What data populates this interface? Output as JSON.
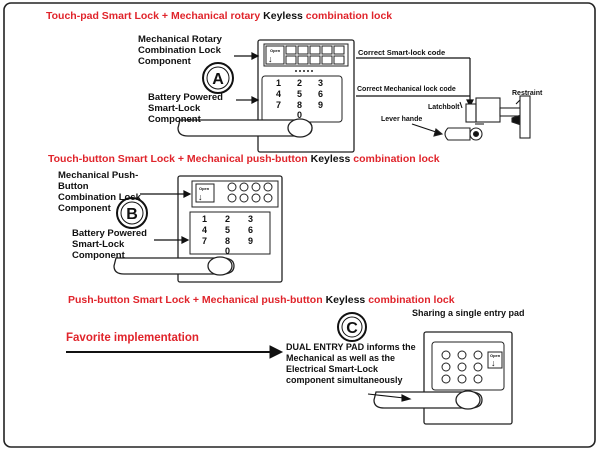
{
  "section_a": {
    "title_red_1": "Touch-pad Smart Lock + Mechanical rotary",
    "title_black": "Keyless",
    "title_red_2": "combination lock",
    "label_mechanical": "Mechanical Rotary Combination Lock Component",
    "badge": "A",
    "label_battery": "Battery Powered Smart-Lock Component",
    "label_correct_smart": "Correct Smart-lock code",
    "label_correct_mech": "Correct Mechanical lock code",
    "label_restraint": "Restraint",
    "label_latchbolt": "Latchbolt",
    "label_lever": "Lever hande",
    "keypad": [
      "1",
      "2",
      "3",
      "4",
      "5",
      "6",
      "7",
      "8",
      "9",
      "0"
    ]
  },
  "section_b": {
    "title_red_1": "Touch-button Smart Lock + Mechanical push-button",
    "title_black": "Keyless",
    "title_red_2": "combination lock",
    "label_mechanical": "Mechanical Push-Button Combination Lock Component",
    "badge": "B",
    "label_battery": "Battery Powered Smart-Lock Component",
    "keypad": [
      "1",
      "2",
      "3",
      "4",
      "5",
      "6",
      "7",
      "8",
      "9",
      "0"
    ]
  },
  "section_c": {
    "title_red_1": "Push-button Smart Lock + Mechanical push-button",
    "title_black": "Keyless",
    "title_red_2": "combination lock",
    "subtitle": "Sharing a single entry pad",
    "favorite": "Favorite implementation",
    "badge": "C",
    "note": "DUAL ENTRY PAD informs the Mechanical as well as the Electrical Smart-Lock component simultaneously"
  },
  "colors": {
    "accent_red": "#e0242b",
    "ink": "#111111"
  }
}
